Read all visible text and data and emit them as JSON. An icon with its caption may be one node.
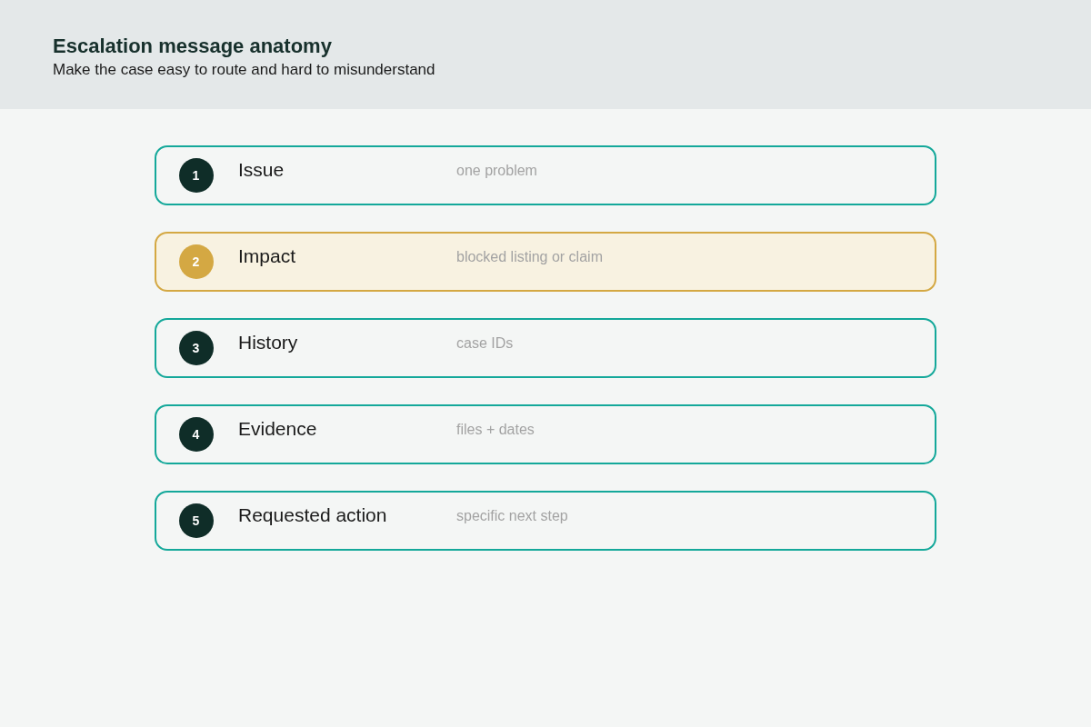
{
  "diagram": {
    "title": "Escalation message anatomy",
    "nodes": [
      {
        "text": [
          "Issue",
          "one problem"
        ]
      },
      {
        "text": [
          "1"
        ],
        "in": 0
      },
      {
        "text": [
          "Impact",
          "blocked listing or claim"
        ]
      },
      {
        "text": [
          "2"
        ],
        "in": 2
      },
      {
        "text": [
          "History",
          "case IDs"
        ]
      },
      {
        "text": [
          "3"
        ],
        "in": 4
      },
      {
        "text": [
          "Evidence",
          "files + dates"
        ]
      },
      {
        "text": [
          "4"
        ],
        "in": 6
      },
      {
        "text": [
          "Requested action",
          "specific next step"
        ]
      },
      {
        "text": [
          "5"
        ],
        "in": 8
      }
    ],
    "edges": [],
    "labels": [
      "Make the case easy to route and hard to misunderstand"
    ]
  }
}
